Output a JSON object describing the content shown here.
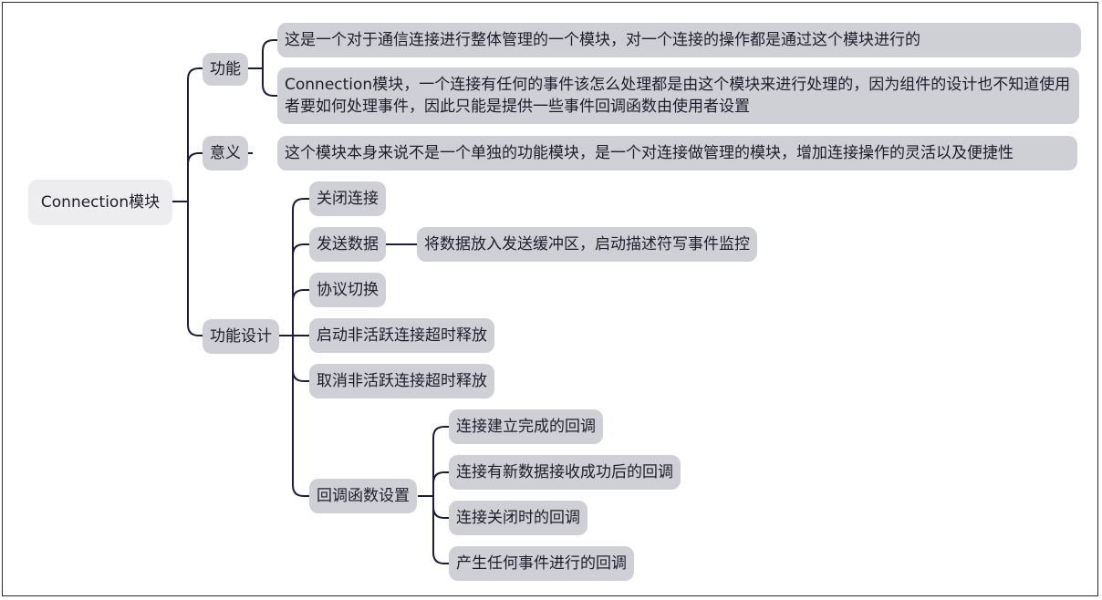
{
  "root": {
    "label": "Connection模块"
  },
  "branches": {
    "function": {
      "label": "功能",
      "items": [
        "这是一个对于通信连接进行整体管理的一个模块，对一个连接的操作都是通过这个模块进行的",
        "Connection模块，一个连接有任何的事件该怎么处理都是由这个模块来进行处理的，因为组件的设计也不知道使用者要如何处理事件，因此只能是提供一些事件回调函数由使用者设置"
      ]
    },
    "meaning": {
      "label": "意义",
      "items": [
        "这个模块本身来说不是一个单独的功能模块，是一个对连接做管理的模块，增加连接操作的灵活以及便捷性"
      ]
    },
    "design": {
      "label": "功能设计",
      "items": [
        {
          "label": "关闭连接"
        },
        {
          "label": "发送数据",
          "detail": "将数据放入发送缓冲区，启动描述符写事件监控"
        },
        {
          "label": "协议切换"
        },
        {
          "label": "启动非活跃连接超时释放"
        },
        {
          "label": "取消非活跃连接超时释放"
        },
        {
          "label": "回调函数设置",
          "children": [
            "连接建立完成的回调",
            "连接有新数据接收成功后的回调",
            "连接关闭时的回调",
            "产生任何事件进行的回调"
          ]
        }
      ]
    }
  },
  "colors": {
    "node_bg": "#cfcfd6",
    "root_bg": "#ededf0",
    "connector": "#1c1c38",
    "text": "#1e1e2a"
  }
}
